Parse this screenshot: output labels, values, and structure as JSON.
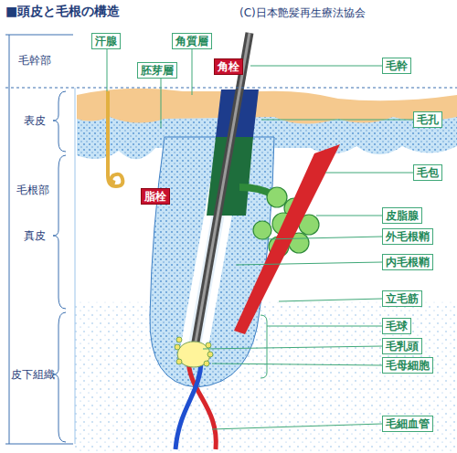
{
  "diagram": {
    "title": "■頭皮と毛根の構造",
    "nodes": [
      {
        "text": [
          "汗腺"
        ]
      },
      {
        "text": [
          "角質層"
        ]
      },
      {
        "text": [
          "毛幹"
        ]
      },
      {
        "text": [
          "胚芽層"
        ]
      },
      {
        "text": [
          "角栓"
        ]
      },
      {
        "text": [
          "毛孔"
        ]
      },
      {
        "text": [
          "毛包"
        ]
      },
      {
        "text": [
          "脂栓"
        ]
      },
      {
        "text": [
          "皮脂腺"
        ]
      },
      {
        "text": [
          "外毛根鞘"
        ]
      },
      {
        "text": [
          "内毛根鞘"
        ]
      },
      {
        "text": [
          "立毛筋"
        ]
      },
      {
        "text": [
          "毛球"
        ]
      },
      {
        "text": [
          "毛乳頭"
        ]
      },
      {
        "text": [
          "毛母細胞"
        ]
      },
      {
        "text": [
          "毛細血管"
        ]
      }
    ],
    "labels": [
      "(C)日本艶髪再生療法協会",
      "毛幹部",
      "表皮",
      "毛根部",
      "真皮",
      "皮下組織"
    ]
  }
}
